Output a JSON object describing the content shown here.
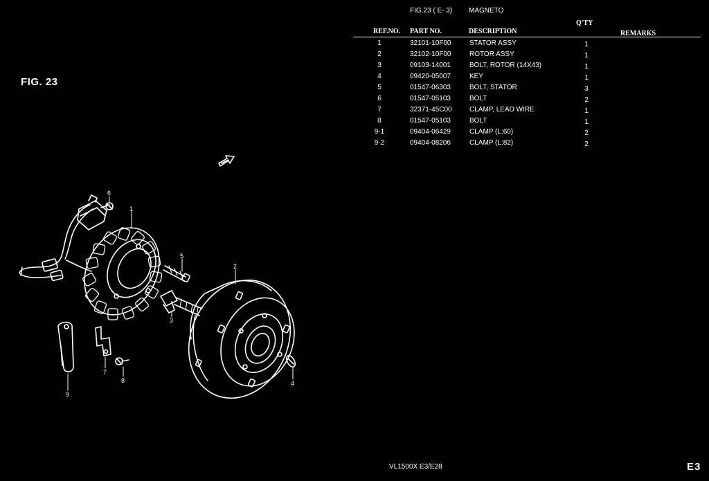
{
  "figure": {
    "label": "FIG. 23",
    "ref": "FIG.23 ( E- 3)",
    "title": "MAGNETO"
  },
  "table": {
    "qty_header": "Q'TY",
    "headers": {
      "ref": "REF.NO.",
      "part": "PART NO.",
      "desc": "DESCRIPTION",
      "remarks": "REMARKS"
    },
    "rows": [
      {
        "ref": "1",
        "part": "32101-10F00",
        "desc": "STATOR ASSY",
        "qty": "1"
      },
      {
        "ref": "2",
        "part": "32102-10F00",
        "desc": "ROTOR ASSY",
        "qty": "1"
      },
      {
        "ref": "3",
        "part": "09103-14001",
        "desc": "BOLT, ROTOR (14X43)",
        "qty": "1"
      },
      {
        "ref": "4",
        "part": "09420-05007",
        "desc": "KEY",
        "qty": "1"
      },
      {
        "ref": "5",
        "part": "01547-06303",
        "desc": "BOLT, STATOR",
        "qty": "3"
      },
      {
        "ref": "6",
        "part": "01547-05103",
        "desc": "BOLT",
        "qty": "2"
      },
      {
        "ref": "7",
        "part": "32371-45C00",
        "desc": "CLAMP, LEAD WIRE",
        "qty": "1"
      },
      {
        "ref": "8",
        "part": "01547-05103",
        "desc": "BOLT",
        "qty": "1"
      },
      {
        "ref": "9-1",
        "part": "09404-06429",
        "desc": "CLAMP (L:60)",
        "qty": "2"
      },
      {
        "ref": "9-2",
        "part": "09404-08206",
        "desc": "CLAMP (L:82)",
        "qty": "2"
      }
    ]
  },
  "diagram": {
    "callouts": [
      "1",
      "2",
      "3",
      "4",
      "5",
      "6",
      "7",
      "8",
      "9"
    ]
  },
  "footer": {
    "model": "VL1500X  E3/E28",
    "page": "E3"
  }
}
